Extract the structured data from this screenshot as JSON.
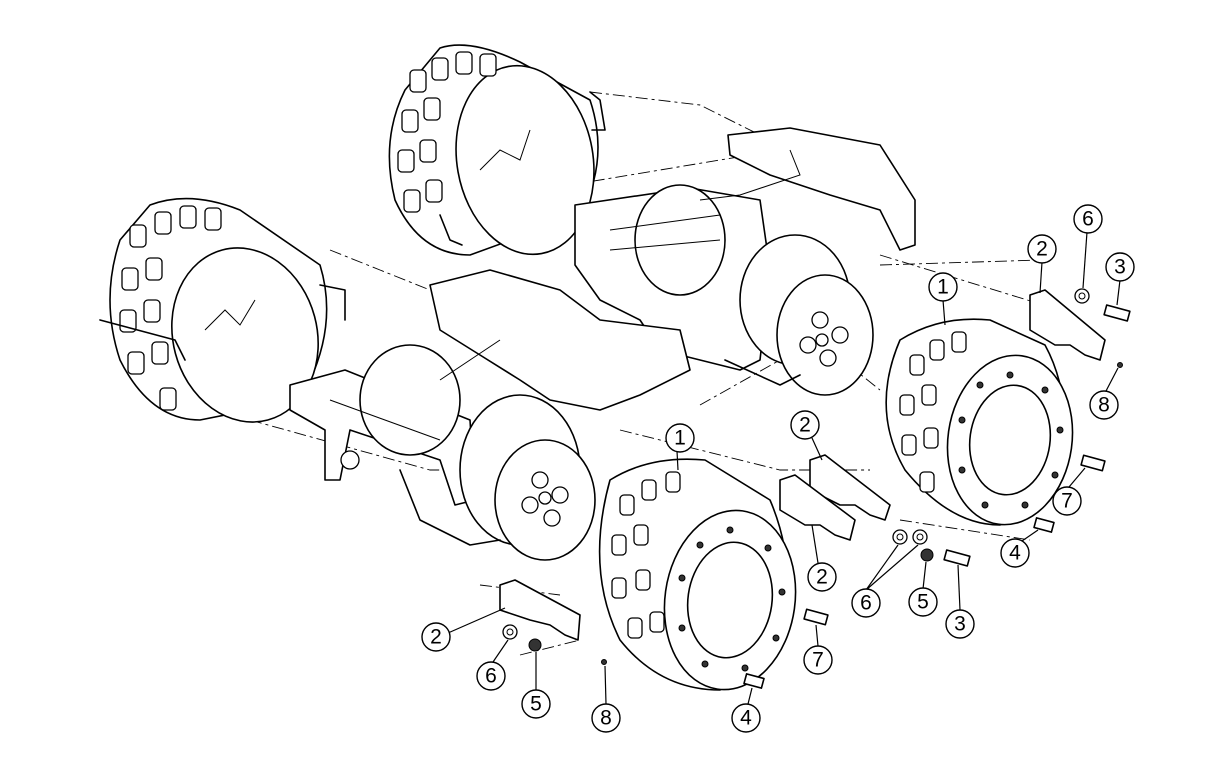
{
  "diagram": {
    "callouts": [
      {
        "label": "1"
      },
      {
        "label": "1"
      },
      {
        "label": "2"
      },
      {
        "label": "2"
      },
      {
        "label": "2"
      },
      {
        "label": "2"
      },
      {
        "label": "3"
      },
      {
        "label": "3"
      },
      {
        "label": "4"
      },
      {
        "label": "4"
      },
      {
        "label": "5"
      },
      {
        "label": "5"
      },
      {
        "label": "6"
      },
      {
        "label": "6"
      },
      {
        "label": "6"
      },
      {
        "label": "7"
      },
      {
        "label": "7"
      },
      {
        "label": "8"
      },
      {
        "label": "8"
      }
    ]
  }
}
